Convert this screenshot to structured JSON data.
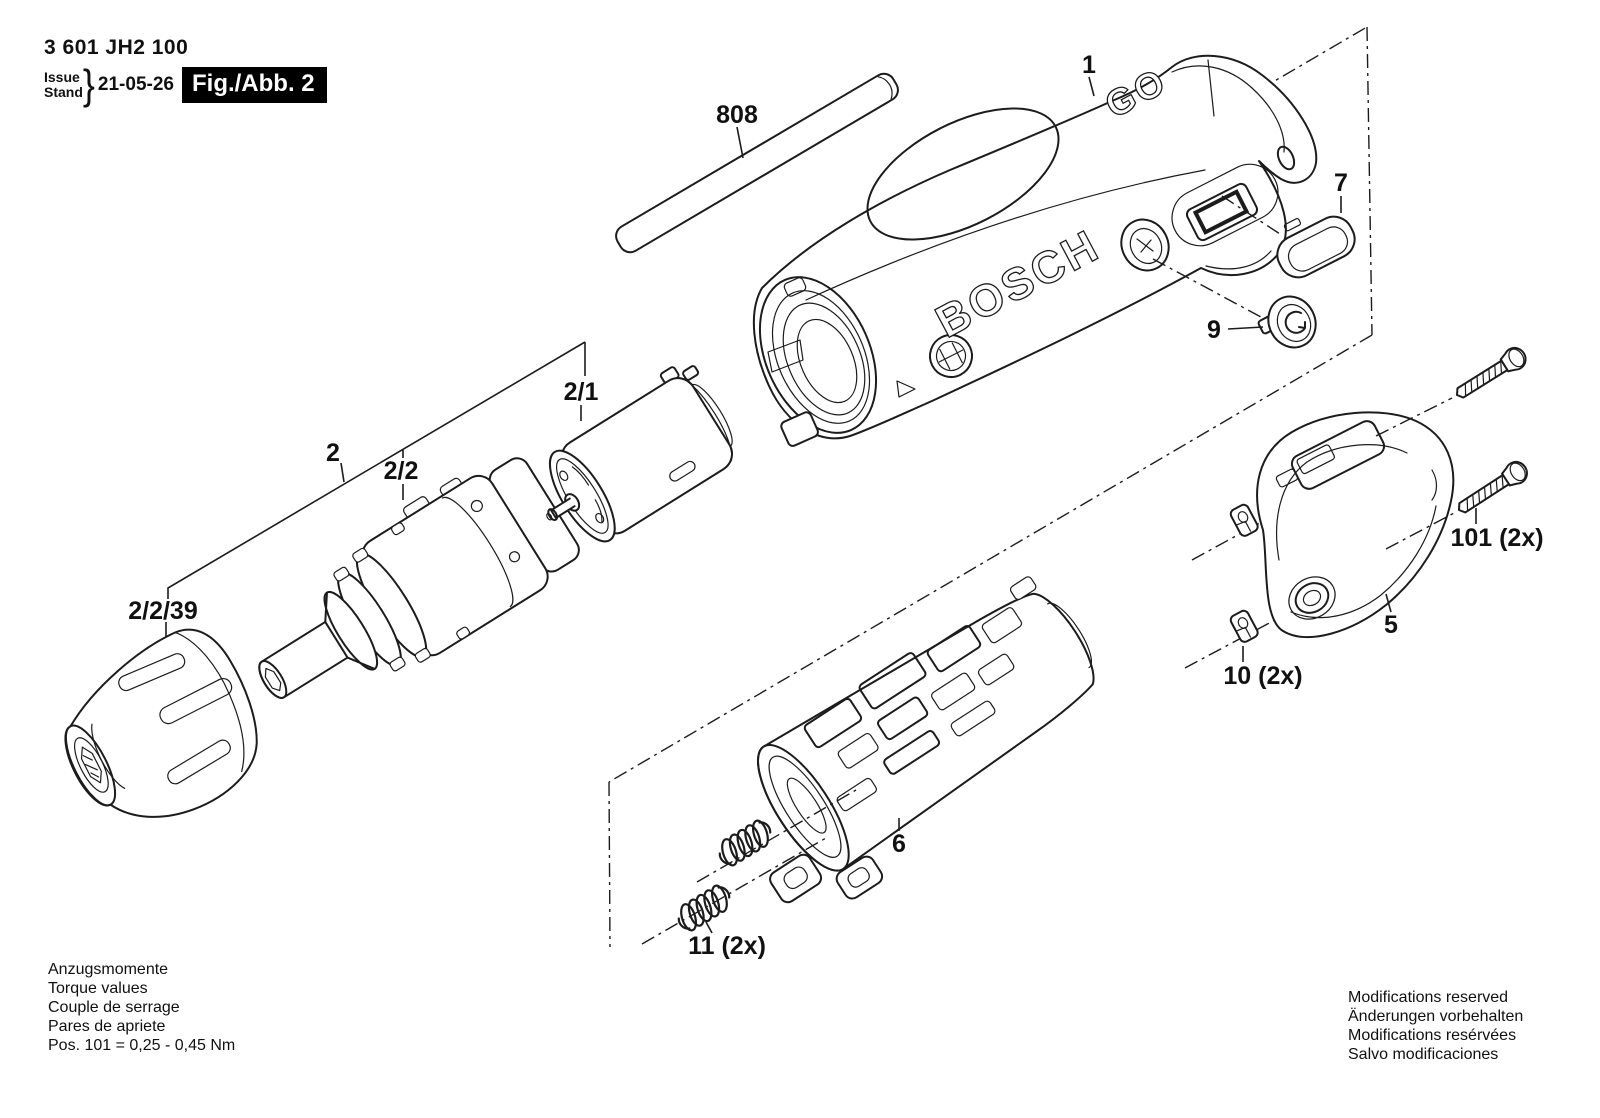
{
  "figure": {
    "product_code": "3 601 JH2 100",
    "issue_word": "Issue",
    "stand_word": "Stand",
    "brace": "}",
    "issue_date": "21-05-26",
    "figure_label": "Fig./Abb. 2"
  },
  "branding": {
    "side_logo": "BOSCH",
    "top_logo": "GO"
  },
  "callouts": {
    "label_808": "808",
    "label_1": "1",
    "label_7": "7",
    "label_9": "9",
    "label_2": "2",
    "label_2_1": "2/1",
    "label_2_2": "2/2",
    "label_2_2_39": "2/2/39",
    "label_5": "5",
    "label_6": "6",
    "label_10": "10 (2x)",
    "label_11": "11 (2x)",
    "label_101": "101 (2x)"
  },
  "torque_note": {
    "line1": "Anzugsmomente",
    "line2": "Torque values",
    "line3": "Couple de serrage",
    "line4": "Pares de apriete",
    "line5": "Pos. 101  =  0,25 - 0,45 Nm"
  },
  "legal_note": {
    "line1": "Modifications reserved",
    "line2": "Änderungen vorbehalten",
    "line3": "Modifications resérvées",
    "line4": "Salvo modificaciones"
  }
}
